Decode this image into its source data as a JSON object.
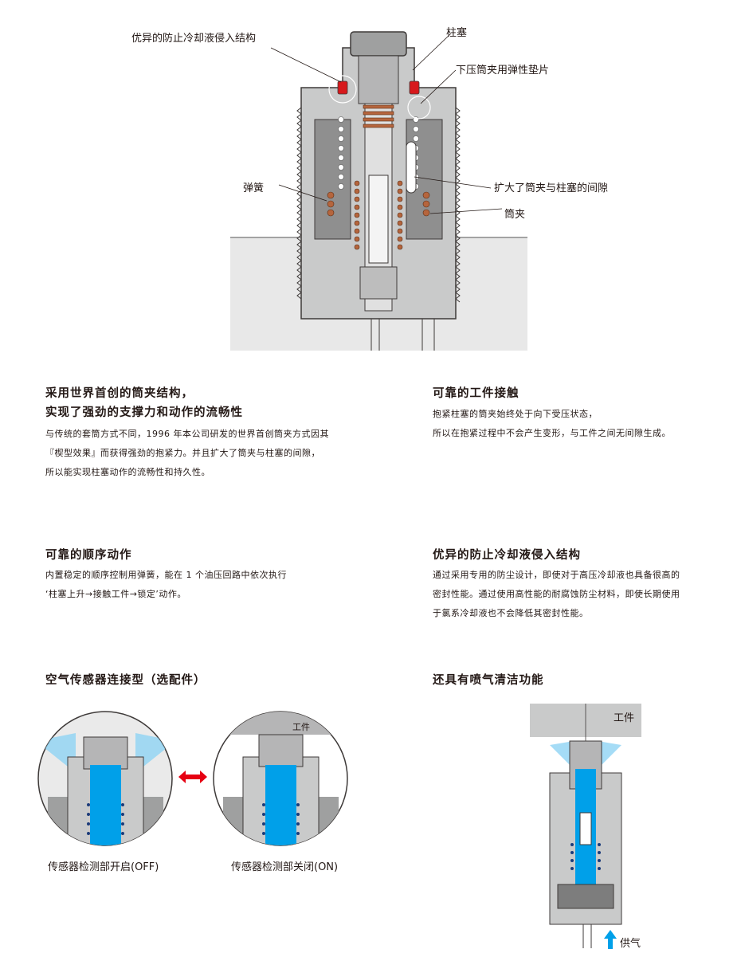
{
  "main_figure": {
    "callouts": {
      "coolant_structure": "优异的防止冷却液侵入结构",
      "plunger": "柱塞",
      "elastic_pad": "下压筒夹用弹性垫片",
      "spring": "弹簧",
      "gap": "扩大了筒夹与柱塞的间隙",
      "collet": "筒夹"
    }
  },
  "sections": {
    "collet_structure": {
      "title_line1": "采用世界首创的筒夹结构，",
      "title_line2": "实现了强劲的支撑力和动作的流畅性",
      "body": [
        "与传统的套筒方式不同，1996 年本公司研发的世界首创筒夹方式因其",
        "『楔型效果』而获得强劲的抱紧力。并且扩大了筒夹与柱塞的间隙，",
        "所以能实现柱塞动作的流畅性和持久性。"
      ]
    },
    "workpiece_contact": {
      "title": "可靠的工件接触",
      "body": [
        "抱紧柱塞的筒夹始终处于向下受压状态，",
        "所以在抱紧过程中不会产生变形，与工件之间无间隙生成。"
      ]
    },
    "sequence": {
      "title": "可靠的顺序动作",
      "body": [
        "内置稳定的顺序控制用弹簧，能在 1 个油压回路中依次执行",
        "‘柱塞上升→接触工件→锁定’动作。"
      ]
    },
    "coolant": {
      "title": "优异的防止冷却液侵入结构",
      "body": [
        "通过采用专用的防尘设计，即使对于高压冷却液也具备很高的",
        "密封性能。通过使用高性能的耐腐蚀防尘材料，即使长期使用",
        "于氯系冷却液也不会降低其密封性能。"
      ]
    },
    "air_sensor": {
      "title": "空气传感器连接型（选配件）",
      "caption_off": "传感器检测部开启(OFF)",
      "caption_on": "传感器检测部关闭(ON)",
      "workpiece_label": "工件"
    },
    "air_blow": {
      "title": "还具有喷气清洁功能",
      "workpiece_label": "工件",
      "supply_label": "供气"
    }
  },
  "colors": {
    "text": "#231815",
    "body_fill": "#c9caca",
    "body_dark": "#7d7d7d",
    "spring_copper": "#b5653d",
    "seal_red": "#d7191c",
    "air_blue": "#00a0e9",
    "arrow_red": "#e60012",
    "background_gray": "#e8e8e8"
  }
}
